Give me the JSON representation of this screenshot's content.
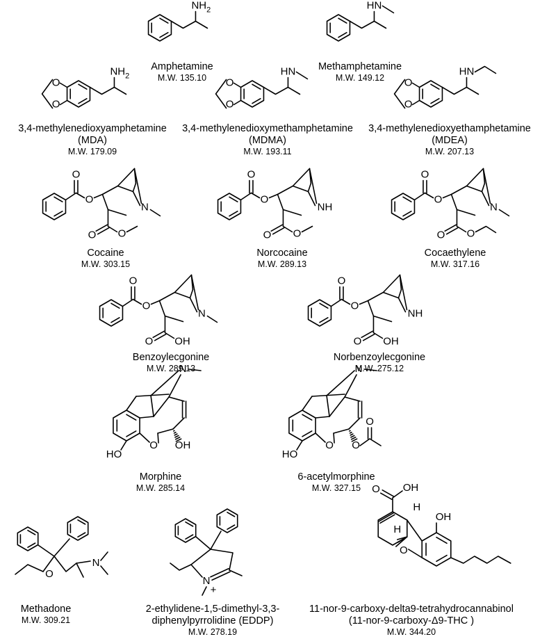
{
  "compounds": [
    {
      "key": "amphetamine",
      "name_lines": [
        "Amphetamine"
      ],
      "mw": "M.W. 135.10"
    },
    {
      "key": "methamphetamine",
      "name_lines": [
        "Methamphetamine"
      ],
      "mw": "M.W. 149.12"
    },
    {
      "key": "mda",
      "name_lines": [
        "3,4-methylenedioxyamphetamine",
        "(MDA)"
      ],
      "mw": "M.W. 179.09"
    },
    {
      "key": "mdma",
      "name_lines": [
        "3,4-methylenedioxymethamphetamine",
        "(MDMA)"
      ],
      "mw": "M.W. 193.11"
    },
    {
      "key": "mdea",
      "name_lines": [
        "3,4-methylenedioxyethamphetamine",
        "(MDEA)"
      ],
      "mw": "M.W. 207.13"
    },
    {
      "key": "cocaine",
      "name_lines": [
        "Cocaine"
      ],
      "mw": "M.W. 303.15"
    },
    {
      "key": "norcocaine",
      "name_lines": [
        "Norcocaine"
      ],
      "mw": "M.W. 289.13"
    },
    {
      "key": "cocaethylene",
      "name_lines": [
        "Cocaethylene"
      ],
      "mw": "M.W. 317.16"
    },
    {
      "key": "benzoylecgonine",
      "name_lines": [
        "Benzoylecgonine"
      ],
      "mw": "M.W. 289.13"
    },
    {
      "key": "norbenzoylecgonine",
      "name_lines": [
        "Norbenzoylecgonine"
      ],
      "mw": "M.W. 275.12"
    },
    {
      "key": "morphine",
      "name_lines": [
        "Morphine"
      ],
      "mw": "M.W. 285.14"
    },
    {
      "key": "acetylmorphine",
      "name_lines": [
        "6-acetylmorphine"
      ],
      "mw": "M.W. 327.15"
    },
    {
      "key": "methadone",
      "name_lines": [
        "Methadone"
      ],
      "mw": "M.W. 309.21"
    },
    {
      "key": "eddp",
      "name_lines": [
        "2-ethylidene-1,5-dimethyl-3,3-",
        "diphenylpyrrolidine (EDDP)"
      ],
      "mw": "M.W. 278.19"
    },
    {
      "key": "thc_cooh",
      "name_lines": [
        "11-nor-9-carboxy-delta9-tetrahydrocannabinol",
        "(11-nor-9-carboxy-Δ9-THC )"
      ],
      "mw": "M.W. 344.20"
    }
  ],
  "atom_labels": {
    "nh2": "NH",
    "h2": "2",
    "hn": "HN",
    "nh": "NH",
    "n": "N",
    "o": "O",
    "oh": "OH",
    "ho": "HO",
    "h": "H",
    "plus": "+"
  }
}
